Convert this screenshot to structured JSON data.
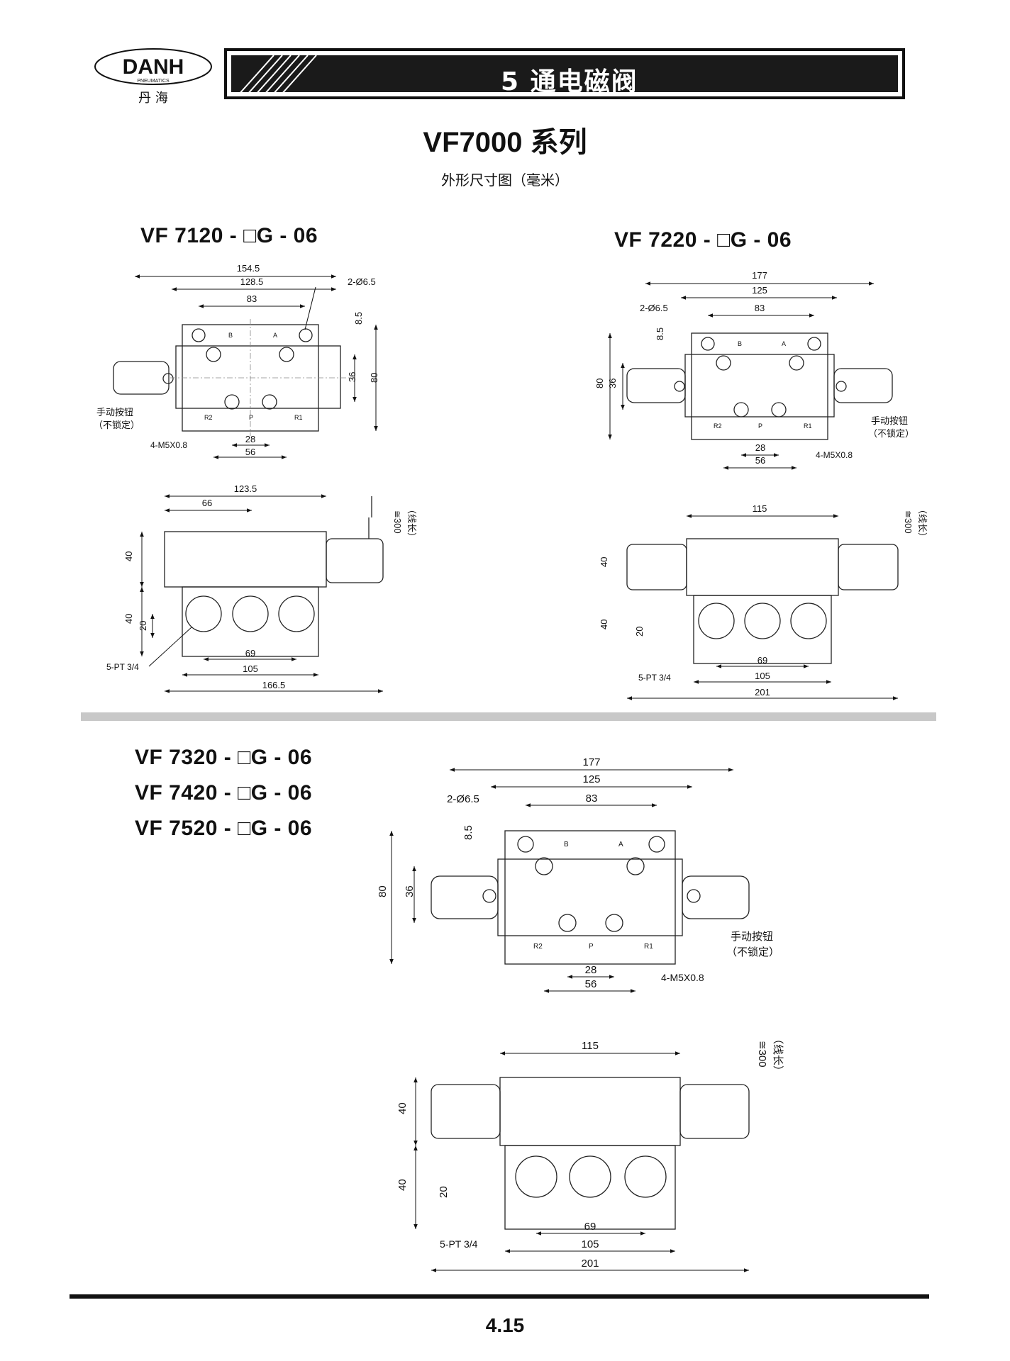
{
  "brand": {
    "logo_text": "DANH",
    "tagline": "PNEUMATICS",
    "chinese": "丹 海"
  },
  "banner": {
    "title": "5 通电磁阀"
  },
  "page": {
    "title": "VF7000 系列",
    "subtitle": "外形尺寸图（毫米）",
    "number": "4.15"
  },
  "models": {
    "m1": "VF 7120 - □G - 06",
    "m2": "VF 7220 - □G - 06",
    "m3": [
      "VF 7320 - □G - 06",
      "VF 7420 - □G - 06",
      "VF 7520 - □G - 06"
    ]
  },
  "labels": {
    "port_a": "A",
    "port_b": "B",
    "port_r2": "R2",
    "port_p": "P",
    "port_r1": "R1",
    "manual": "手动按钮",
    "manual_note": "（不锁定）",
    "screws": "4-M5X0.8",
    "holes": "2-Ø6.5",
    "pipe": "5-PT 3/4",
    "wire": "≅300",
    "wire_note": "（线长）"
  },
  "dims": {
    "d154_5": "154.5",
    "d128_5": "128.5",
    "d83": "83",
    "d8_5": "8.5",
    "d36": "36",
    "d80": "80",
    "d28": "28",
    "d56": "56",
    "d177": "177",
    "d125": "125",
    "d123_5": "123.5",
    "d66": "66",
    "d115": "115",
    "d40": "40",
    "d20": "20",
    "d69": "69",
    "d105": "105",
    "d166_5": "166.5",
    "d201": "201"
  }
}
